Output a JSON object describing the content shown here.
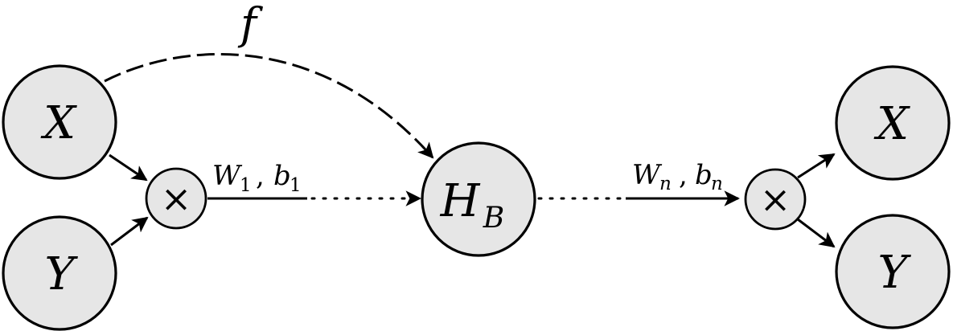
{
  "nodes": {
    "input_x": "X",
    "input_y": "Y",
    "hidden_main": "H",
    "hidden_sub": "B",
    "output_x": "X",
    "output_y": "Y"
  },
  "operators": {
    "input_combine": "×",
    "output_combine": "×"
  },
  "edge_labels": {
    "f": "f",
    "w1": "W",
    "w1_sub": "1",
    "b1": "b",
    "b1_sub": "1",
    "wn": "W",
    "wn_sub": "n",
    "bn": "b",
    "bn_sub": "n",
    "separator": ","
  },
  "colors": {
    "node_fill": "#e6e6e6",
    "stroke": "#000000"
  }
}
